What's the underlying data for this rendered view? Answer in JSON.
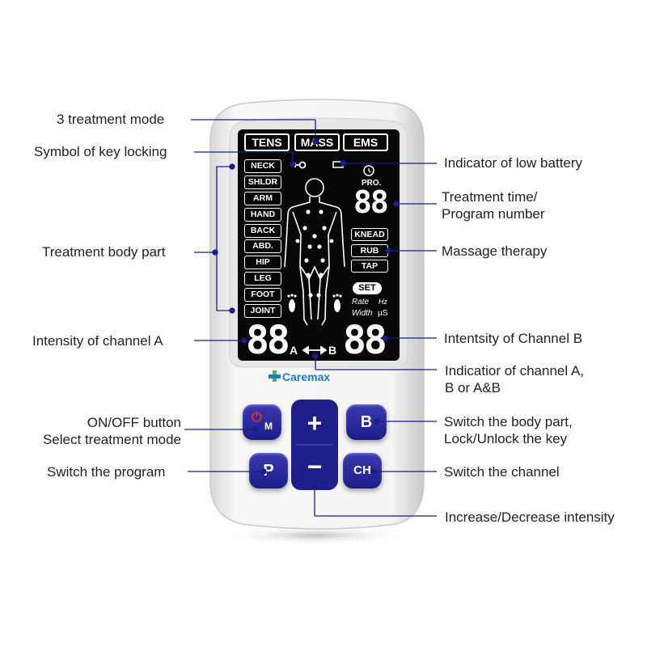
{
  "labels": {
    "treatment_mode": "3 treatment mode",
    "key_locking": "Symbol of key locking",
    "body_part": "Treatment body part",
    "intensity_a": "Intensity of channel A",
    "on_off_1": "ON/OFF button",
    "on_off_2": "Select treatment mode",
    "switch_program": "Switch the program",
    "low_battery": "Indicator of low battery",
    "time_1": "Treatment time/",
    "time_2": "Program number",
    "massage": "Massage therapy",
    "intensity_b": "Intentsity of Channel B",
    "channel_ind_1": "Indicatior of channel A,",
    "channel_ind_2": "B or A&B",
    "switch_body_1": "Switch the body part,",
    "switch_body_2": "Lock/Unlock the key",
    "switch_channel": "Switch the channel",
    "inc_dec": "Increase/Decrease intensity"
  },
  "lcd": {
    "modes": [
      "TENS",
      "MASS",
      "EMS"
    ],
    "body_parts": [
      "NECK",
      "SHLDR",
      "ARM",
      "HAND",
      "BACK",
      "ABD.",
      "HIP",
      "LEG",
      "FOOT",
      "JOINT"
    ],
    "massage_modes": [
      "KNEAD",
      "RUB",
      "TAP"
    ],
    "pro": "PRO.",
    "timer_digits": "88",
    "set": "SET",
    "rate": "Rate",
    "hz": "Hz",
    "width": "Width",
    "us": "µS",
    "channel_a_digits": "88",
    "channel_b_digits": "88",
    "a": "A",
    "b": "B"
  },
  "brand": "Caremax",
  "buttons": {
    "power_mode": "M",
    "plus": "+",
    "minus": "−",
    "b": "B",
    "p": "P",
    "ch": "CH"
  },
  "colors": {
    "button_blue": "#22228f",
    "brand_blue": "#1b7fc4",
    "brand_green": "#4db848",
    "power_red": "#e03030"
  }
}
